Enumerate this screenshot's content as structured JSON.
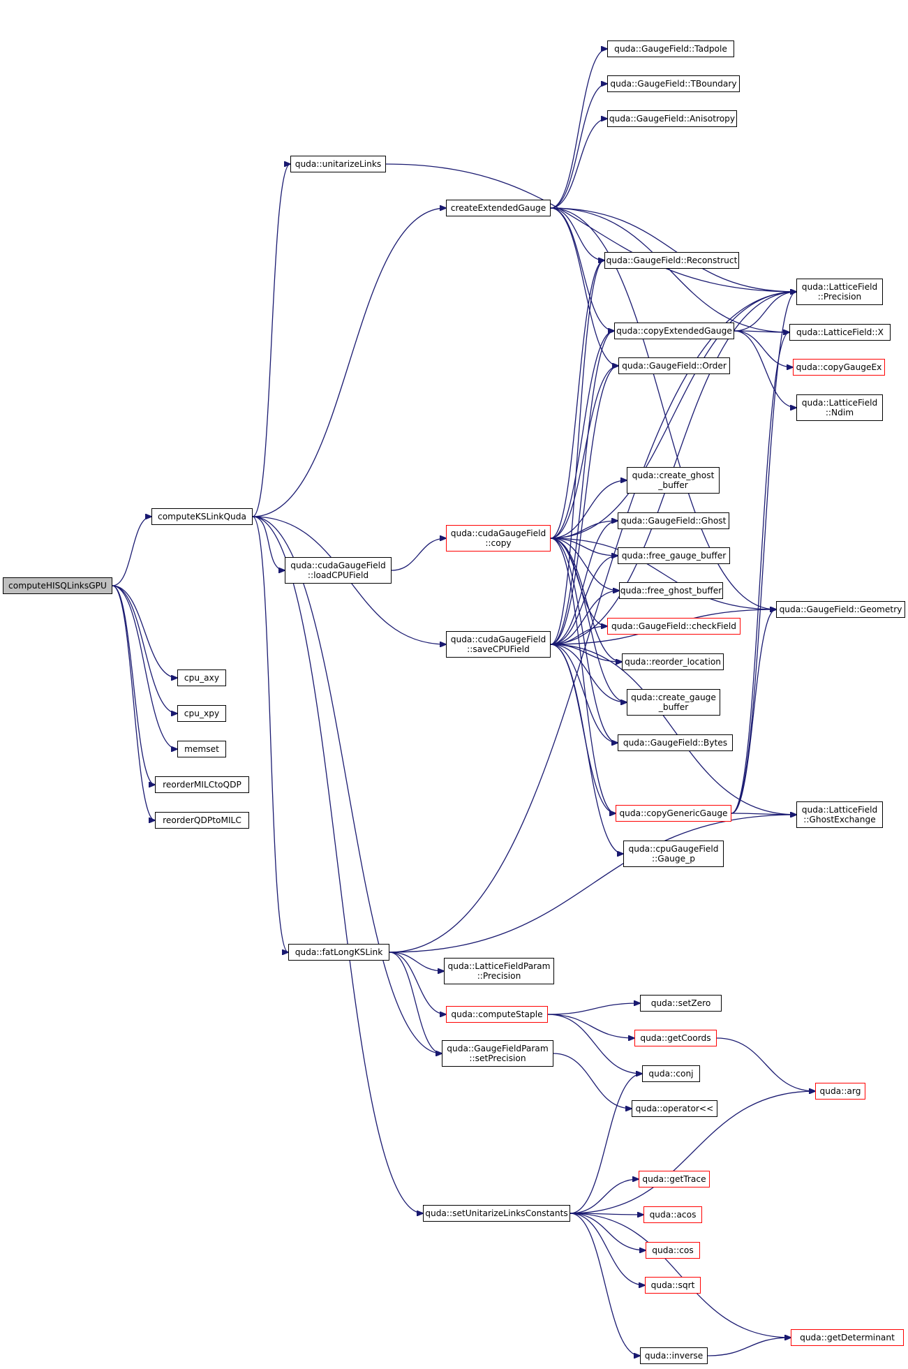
{
  "colors": {
    "edge": "#191970",
    "node_border": "#000000",
    "node_border_truncated": "#ff0000",
    "root_fill": "#bfbfbf",
    "background": "#ffffff"
  },
  "nodes": {
    "computeHISQLinksGPU": {
      "label": "computeHISQLinksGPU",
      "style": "root"
    },
    "computeKSLinkQuda": {
      "label": "computeKSLinkQuda"
    },
    "cpu_axy": {
      "label": "cpu_axy"
    },
    "cpu_xpy": {
      "label": "cpu_xpy"
    },
    "memset": {
      "label": "memset"
    },
    "reorderMILCtoQDP": {
      "label": "reorderMILCtoQDP"
    },
    "reorderQDPtoMILC": {
      "label": "reorderQDPtoMILC"
    },
    "unitarizeLinks": {
      "label": "quda::unitarizeLinks"
    },
    "loadCPUField": {
      "label": "quda::cudaGaugeField\n::loadCPUField"
    },
    "fatLongKSLink": {
      "label": "quda::fatLongKSLink"
    },
    "createExtendedGauge": {
      "label": "createExtendedGauge"
    },
    "cudaCopy": {
      "label": "quda::cudaGaugeField\n::copy",
      "style": "red"
    },
    "saveCPUField": {
      "label": "quda::cudaGaugeField\n::saveCPUField"
    },
    "lfpPrecision": {
      "label": "quda::LatticeFieldParam\n::Precision"
    },
    "computeStaple": {
      "label": "quda::computeStaple",
      "style": "red"
    },
    "setPrecision": {
      "label": "quda::GaugeFieldParam\n::setPrecision"
    },
    "setUnitarize": {
      "label": "quda::setUnitarizeLinksConstants"
    },
    "Tadpole": {
      "label": "quda::GaugeField::Tadpole"
    },
    "TBoundary": {
      "label": "quda::GaugeField::TBoundary"
    },
    "Anisotropy": {
      "label": "quda::GaugeField::Anisotropy"
    },
    "Reconstruct": {
      "label": "quda::GaugeField::Reconstruct"
    },
    "copyExtendedGauge": {
      "label": "quda::copyExtendedGauge"
    },
    "Order": {
      "label": "quda::GaugeField::Order"
    },
    "createGhostBuffer": {
      "label": "quda::create_ghost\n_buffer"
    },
    "Ghost": {
      "label": "quda::GaugeField::Ghost"
    },
    "freeGaugeBuffer": {
      "label": "quda::free_gauge_buffer"
    },
    "freeGhostBuffer": {
      "label": "quda::free_ghost_buffer"
    },
    "checkField": {
      "label": "quda::GaugeField::checkField",
      "style": "red"
    },
    "reorderLocation": {
      "label": "quda::reorder_location"
    },
    "createGaugeBuffer": {
      "label": "quda::create_gauge\n_buffer"
    },
    "Bytes": {
      "label": "quda::GaugeField::Bytes"
    },
    "copyGenericGauge": {
      "label": "quda::copyGenericGauge",
      "style": "red"
    },
    "gaugeP": {
      "label": "quda::cpuGaugeField\n::Gauge_p"
    },
    "setZero": {
      "label": "quda::setZero"
    },
    "getCoords": {
      "label": "quda::getCoords",
      "style": "red"
    },
    "conj": {
      "label": "quda::conj"
    },
    "operatorShl": {
      "label": "quda::operator<<"
    },
    "getTrace": {
      "label": "quda::getTrace",
      "style": "red"
    },
    "acos": {
      "label": "quda::acos",
      "style": "red"
    },
    "cos": {
      "label": "quda::cos",
      "style": "red"
    },
    "sqrt": {
      "label": "quda::sqrt",
      "style": "red"
    },
    "inverse": {
      "label": "quda::inverse"
    },
    "lfPrecision": {
      "label": "quda::LatticeField\n::Precision"
    },
    "lfX": {
      "label": "quda::LatticeField::X"
    },
    "copyGaugeEx": {
      "label": "quda::copyGaugeEx",
      "style": "red"
    },
    "lfNdim": {
      "label": "quda::LatticeField\n::Ndim"
    },
    "Geometry": {
      "label": "quda::GaugeField::Geometry"
    },
    "GhostExchange": {
      "label": "quda::LatticeField\n::GhostExchange"
    },
    "arg": {
      "label": "quda::arg",
      "style": "red"
    },
    "getDeterminant": {
      "label": "quda::getDeterminant",
      "style": "red"
    }
  },
  "edges": [
    [
      "computeHISQLinksGPU",
      "computeKSLinkQuda"
    ],
    [
      "computeHISQLinksGPU",
      "cpu_axy"
    ],
    [
      "computeHISQLinksGPU",
      "cpu_xpy"
    ],
    [
      "computeHISQLinksGPU",
      "memset"
    ],
    [
      "computeHISQLinksGPU",
      "reorderMILCtoQDP"
    ],
    [
      "computeHISQLinksGPU",
      "reorderQDPtoMILC"
    ],
    [
      "computeKSLinkQuda",
      "unitarizeLinks"
    ],
    [
      "computeKSLinkQuda",
      "createExtendedGauge"
    ],
    [
      "computeKSLinkQuda",
      "loadCPUField"
    ],
    [
      "computeKSLinkQuda",
      "saveCPUField"
    ],
    [
      "computeKSLinkQuda",
      "fatLongKSLink"
    ],
    [
      "computeKSLinkQuda",
      "setPrecision"
    ],
    [
      "computeKSLinkQuda",
      "setUnitarize"
    ],
    [
      "unitarizeLinks",
      "lfPrecision"
    ],
    [
      "loadCPUField",
      "cudaCopy"
    ],
    [
      "createExtendedGauge",
      "Tadpole"
    ],
    [
      "createExtendedGauge",
      "TBoundary"
    ],
    [
      "createExtendedGauge",
      "Anisotropy"
    ],
    [
      "createExtendedGauge",
      "lfPrecision"
    ],
    [
      "createExtendedGauge",
      "Reconstruct"
    ],
    [
      "createExtendedGauge",
      "copyExtendedGauge"
    ],
    [
      "createExtendedGauge",
      "Order"
    ],
    [
      "createExtendedGauge",
      "lfX"
    ],
    [
      "createExtendedGauge",
      "Geometry"
    ],
    [
      "copyExtendedGauge",
      "lfPrecision"
    ],
    [
      "copyExtendedGauge",
      "lfX"
    ],
    [
      "copyExtendedGauge",
      "copyGaugeEx"
    ],
    [
      "copyExtendedGauge",
      "lfNdim"
    ],
    [
      "cudaCopy",
      "Reconstruct"
    ],
    [
      "cudaCopy",
      "copyExtendedGauge"
    ],
    [
      "cudaCopy",
      "Order"
    ],
    [
      "cudaCopy",
      "createGhostBuffer"
    ],
    [
      "cudaCopy",
      "Ghost"
    ],
    [
      "cudaCopy",
      "freeGaugeBuffer"
    ],
    [
      "cudaCopy",
      "freeGhostBuffer"
    ],
    [
      "cudaCopy",
      "checkField"
    ],
    [
      "cudaCopy",
      "reorderLocation"
    ],
    [
      "cudaCopy",
      "createGaugeBuffer"
    ],
    [
      "cudaCopy",
      "Bytes"
    ],
    [
      "cudaCopy",
      "copyGenericGauge"
    ],
    [
      "cudaCopy",
      "lfPrecision"
    ],
    [
      "cudaCopy",
      "Geometry"
    ],
    [
      "saveCPUField",
      "Reconstruct"
    ],
    [
      "saveCPUField",
      "copyExtendedGauge"
    ],
    [
      "saveCPUField",
      "Order"
    ],
    [
      "saveCPUField",
      "Ghost"
    ],
    [
      "saveCPUField",
      "freeGaugeBuffer"
    ],
    [
      "saveCPUField",
      "freeGhostBuffer"
    ],
    [
      "saveCPUField",
      "checkField"
    ],
    [
      "saveCPUField",
      "reorderLocation"
    ],
    [
      "saveCPUField",
      "createGaugeBuffer"
    ],
    [
      "saveCPUField",
      "Bytes"
    ],
    [
      "saveCPUField",
      "copyGenericGauge"
    ],
    [
      "saveCPUField",
      "gaugeP"
    ],
    [
      "saveCPUField",
      "lfPrecision"
    ],
    [
      "saveCPUField",
      "Geometry"
    ],
    [
      "saveCPUField",
      "GhostExchange"
    ],
    [
      "copyGenericGauge",
      "lfPrecision"
    ],
    [
      "copyGenericGauge",
      "lfX"
    ],
    [
      "copyGenericGauge",
      "Geometry"
    ],
    [
      "copyGenericGauge",
      "GhostExchange"
    ],
    [
      "fatLongKSLink",
      "lfpPrecision"
    ],
    [
      "fatLongKSLink",
      "computeStaple"
    ],
    [
      "fatLongKSLink",
      "setPrecision"
    ],
    [
      "fatLongKSLink",
      "lfPrecision"
    ],
    [
      "fatLongKSLink",
      "GhostExchange"
    ],
    [
      "computeStaple",
      "setZero"
    ],
    [
      "computeStaple",
      "getCoords"
    ],
    [
      "computeStaple",
      "conj"
    ],
    [
      "getCoords",
      "arg"
    ],
    [
      "setPrecision",
      "operatorShl"
    ],
    [
      "setUnitarize",
      "conj"
    ],
    [
      "setUnitarize",
      "arg"
    ],
    [
      "setUnitarize",
      "getTrace"
    ],
    [
      "setUnitarize",
      "acos"
    ],
    [
      "setUnitarize",
      "cos"
    ],
    [
      "setUnitarize",
      "sqrt"
    ],
    [
      "setUnitarize",
      "inverse"
    ],
    [
      "setUnitarize",
      "getDeterminant"
    ],
    [
      "inverse",
      "getDeterminant"
    ]
  ]
}
